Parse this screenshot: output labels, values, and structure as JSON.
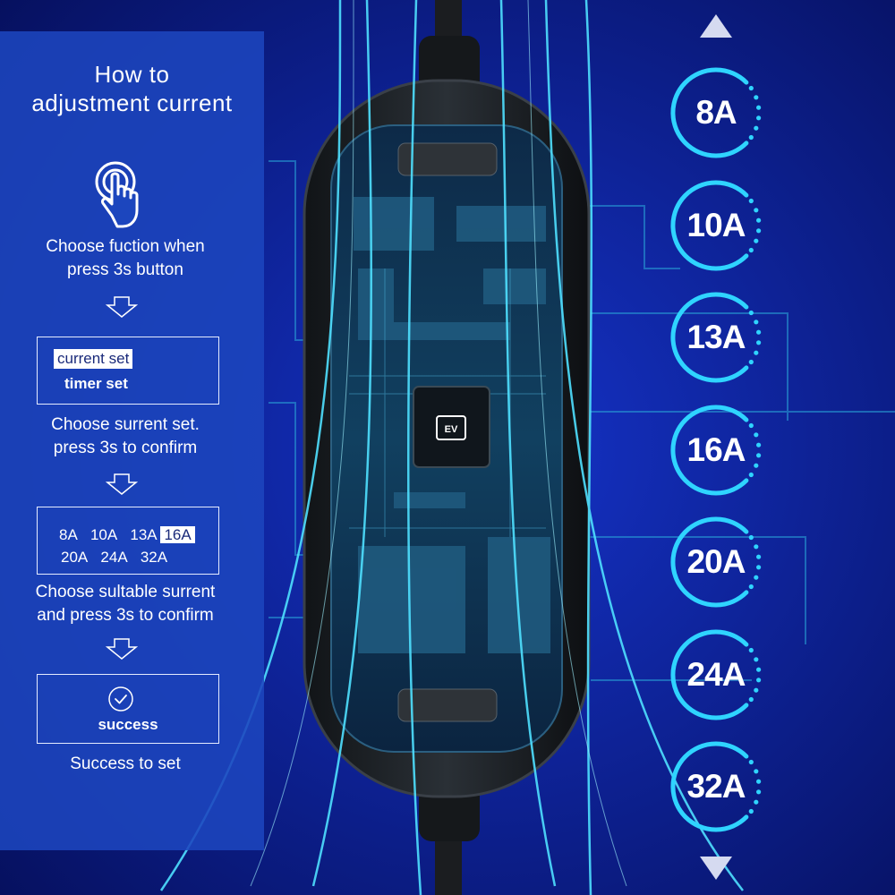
{
  "colors": {
    "panel": "#1c46be",
    "accent": "#2fd4ff",
    "background": "#0a1a8a"
  },
  "panel": {
    "title_line1": "How to",
    "title_line2": "adjustment current",
    "icon": "touch-hand-icon",
    "step1_line1": "Choose fuction when",
    "step1_line2": "press 3s button",
    "menu_item1": "current set",
    "menu_item2": "timer set",
    "step2_line1": "Choose surrent set.",
    "step2_line2": "press 3s to confirm",
    "currents_row1": [
      "8A",
      "10A",
      "13A",
      "16A"
    ],
    "currents_row2": [
      "20A",
      "24A",
      "32A"
    ],
    "step3_line1": "Choose sultable surrent",
    "step3_line2": "and press 3s to confirm",
    "success_icon": "check-circle-icon",
    "success_label": "success",
    "step4": "Success to set"
  },
  "current_levels": [
    "8A",
    "10A",
    "13A",
    "16A",
    "20A",
    "24A",
    "32A"
  ],
  "scroll": {
    "up_icon": "triangle-up-icon",
    "down_icon": "triangle-down-icon"
  }
}
